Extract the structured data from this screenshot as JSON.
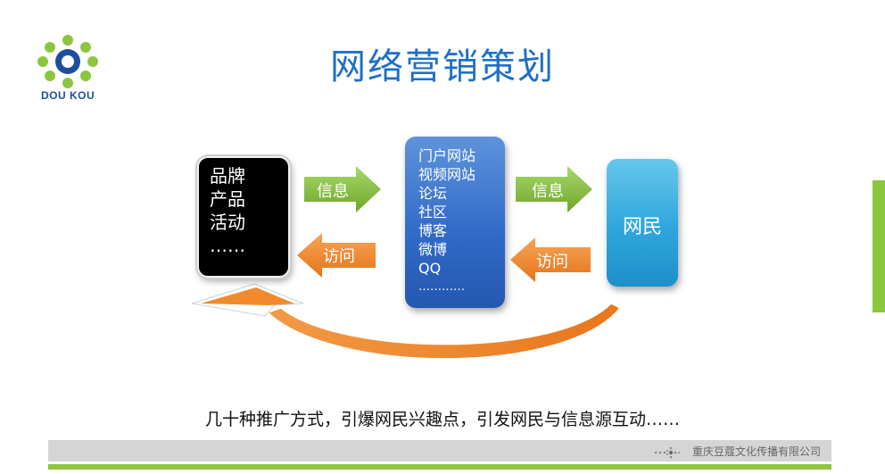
{
  "logo": {
    "text": "DOU KOU",
    "icon": "flower-logo-icon",
    "colors": {
      "center": "#1d4e9e",
      "petals": "#8cc63f"
    }
  },
  "title": "网络营销策划",
  "brand_box": {
    "items": [
      "品牌",
      "产品",
      "活动",
      "……"
    ]
  },
  "channel_box": {
    "items": [
      "门户网站",
      "视频网站",
      "论坛",
      "社区",
      "博客",
      "微博",
      "QQ",
      "…………"
    ]
  },
  "user_box": {
    "label": "网民"
  },
  "arrows": {
    "info_left": "信息",
    "visit_left": "访问",
    "info_right": "信息",
    "visit_right": "访问"
  },
  "bottom_text": "几十种推广方式，引爆网民兴趣点，引发网民与信息源互动……",
  "footer": {
    "company": "重庆豆蔻文化传播有限公司",
    "icon": "dots-logo-icon"
  },
  "colors": {
    "title": "#1e6fc6",
    "green": "#8cc63f",
    "orange": "#f0882c",
    "blue": "#2f68c6",
    "cyan": "#2ea6dc"
  }
}
